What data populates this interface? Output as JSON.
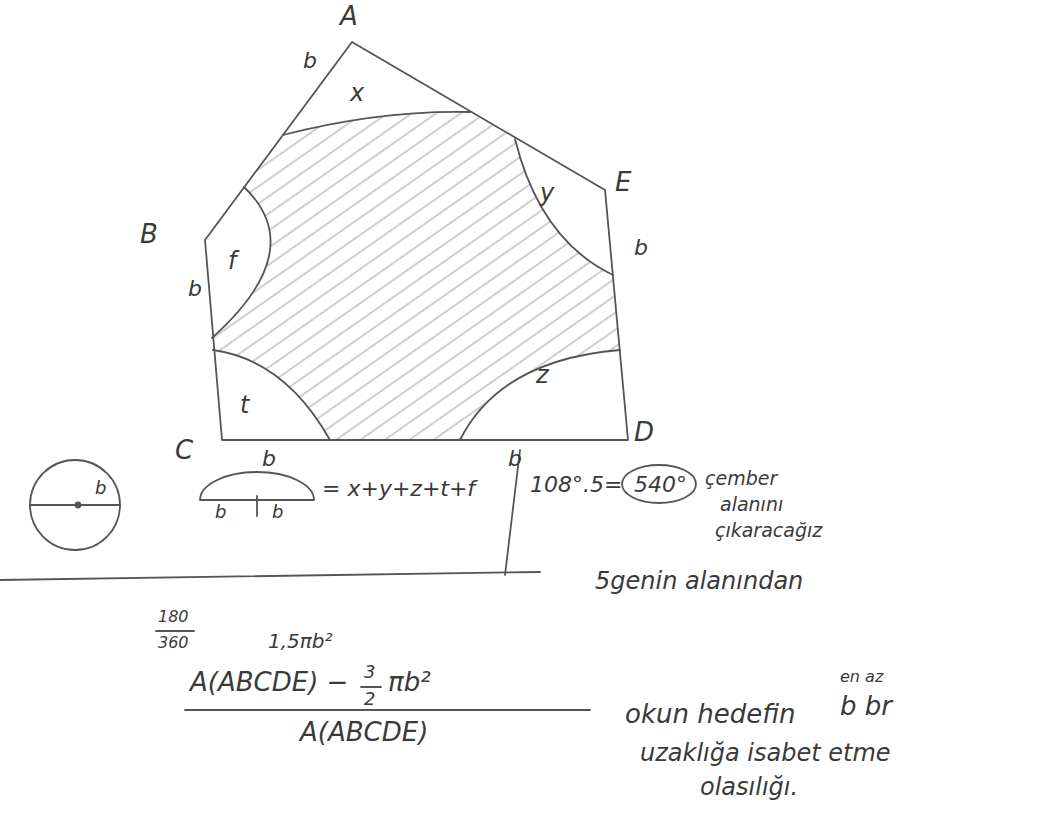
{
  "diagram": {
    "labels": [
      "A",
      "B",
      "C",
      "D",
      "E",
      "b",
      "b",
      "b",
      "b",
      "b",
      "x",
      "f",
      "y",
      "z",
      "t",
      "b",
      "b",
      "b",
      "= x+y+z+t+f",
      "108°.5=",
      "540°",
      "çember",
      "alanını",
      "çıkaracağız",
      "5genin alanından",
      "180",
      "360",
      "1,5πb²",
      "A(ABCDE) −",
      "3",
      "2",
      "πb²",
      "A(ABCDE)",
      "okun hedefin",
      "en az",
      "b br",
      "uzaklığa isabet etme",
      "olasılığı."
    ]
  }
}
